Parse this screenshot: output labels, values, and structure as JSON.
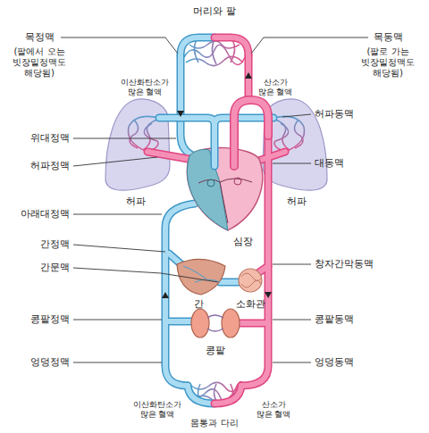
{
  "diagram": {
    "labels": [
      "머리와 팔",
      "목정맥",
      "(팔에서 오는 빗장밑정맥도 해당됨)",
      "목동맥",
      "(팔로 가는 빗장밑정맥도 해당됨)",
      "이산화탄소가 많은 혈액",
      "산소가 많은 혈액",
      "허파동맥",
      "위대정맥",
      "대동맥",
      "허파정맥",
      "허파",
      "허파",
      "아래대정맥",
      "심장",
      "간정맥",
      "창자간막동맥",
      "간문맥",
      "간",
      "소화관",
      "콩팥정맥",
      "콩팥동맥",
      "콩팥",
      "엉덩정맥",
      "엉덩동맥",
      "이산화탄소가 많은 혈액",
      "산소가 많은 혈액",
      "몸통과 다리"
    ]
  }
}
